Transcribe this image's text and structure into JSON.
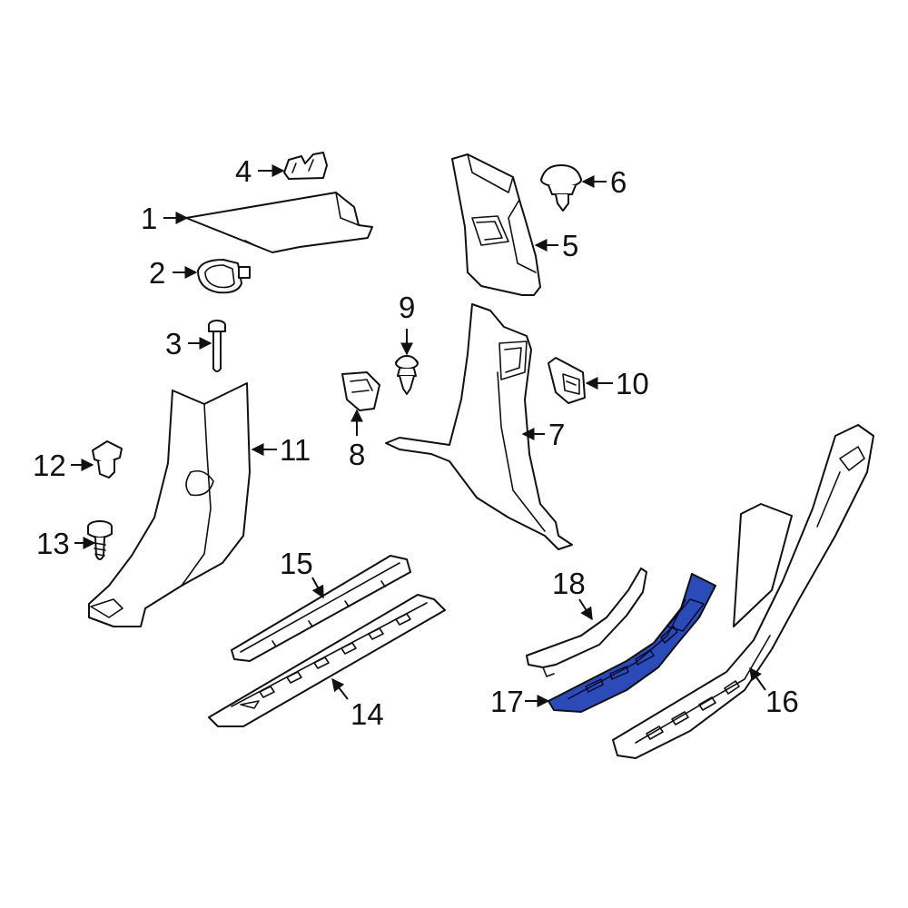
{
  "colors": {
    "background": "#ffffff",
    "line": "#111111",
    "highlight": "#2b4bb8"
  },
  "callouts": [
    "1",
    "2",
    "3",
    "4",
    "5",
    "6",
    "7",
    "8",
    "9",
    "10",
    "11",
    "12",
    "13",
    "14",
    "15",
    "16",
    "17",
    "18"
  ],
  "highlighted_part": "17"
}
